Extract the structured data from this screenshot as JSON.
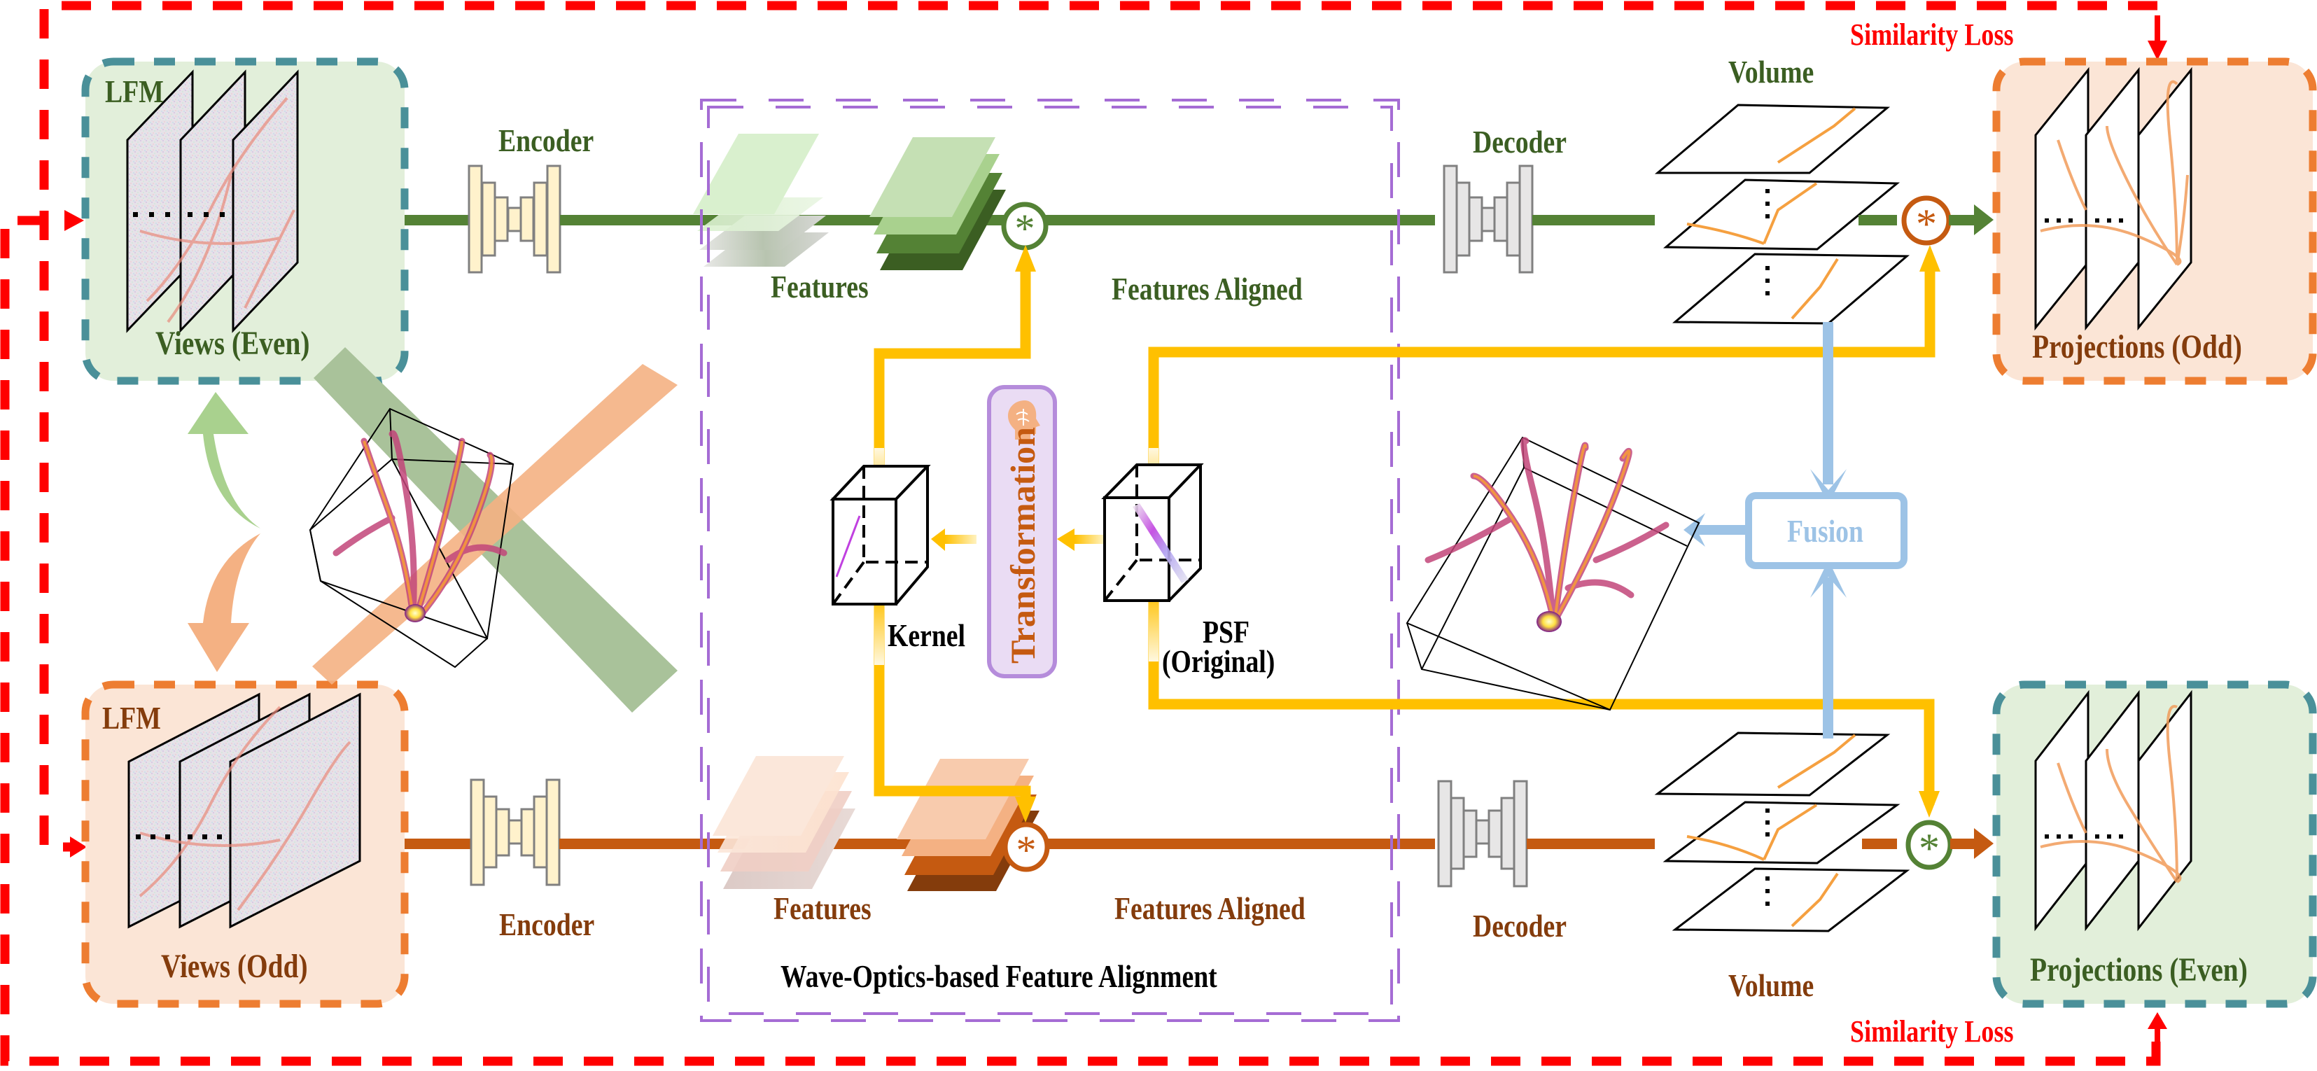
{
  "figure": {
    "title": "Wave-Optics-based Feature Alignment",
    "colors": {
      "even_branch": "#548235",
      "odd_branch": "#C55A11",
      "psf_path": "#FFC000",
      "fusion_path": "#9DC3E6",
      "loss_path": "#FF0000",
      "alignment_box": "#A56CD4",
      "even_panel_bg": "#E2EFDA",
      "even_panel_border": "#4A9099",
      "odd_panel_bg": "#FBE5D6",
      "odd_panel_border": "#ED7D31",
      "encoder_fill": "#FFF2CC",
      "decoder_fill": "#E7E6E6"
    }
  },
  "top_branch": {
    "input_panel": {
      "title": "LFM",
      "caption": "Views (Even)"
    },
    "encoder_label": "Encoder",
    "features_label": "Features",
    "aligned_label": "Features Aligned",
    "decoder_label": "Decoder",
    "volume_label": "Volume",
    "output_panel": {
      "caption": "Projections (Odd)"
    },
    "loss_label": "Similarity Loss",
    "conv_symbol": "*"
  },
  "bottom_branch": {
    "input_panel": {
      "title": "LFM",
      "caption": "Views (Odd)"
    },
    "encoder_label": "Encoder",
    "features_label": "Features",
    "aligned_label": "Features Aligned",
    "decoder_label": "Decoder",
    "volume_label": "Volume",
    "output_panel": {
      "caption": "Projections (Even)"
    },
    "loss_label": "Similarity Loss",
    "conv_symbol": "*"
  },
  "alignment": {
    "kernel_label": "Kernel",
    "transformation_label": "Transformation",
    "psf_label_line1": "PSF",
    "psf_label_line2": "(Original)",
    "box_caption": "Wave-Optics-based Feature Alignment"
  },
  "fusion": {
    "label": "Fusion"
  },
  "icons": {
    "brain": "brain-head-icon",
    "convolution": "asterisk-convolution-icon",
    "dots": "ellipsis-icon"
  }
}
